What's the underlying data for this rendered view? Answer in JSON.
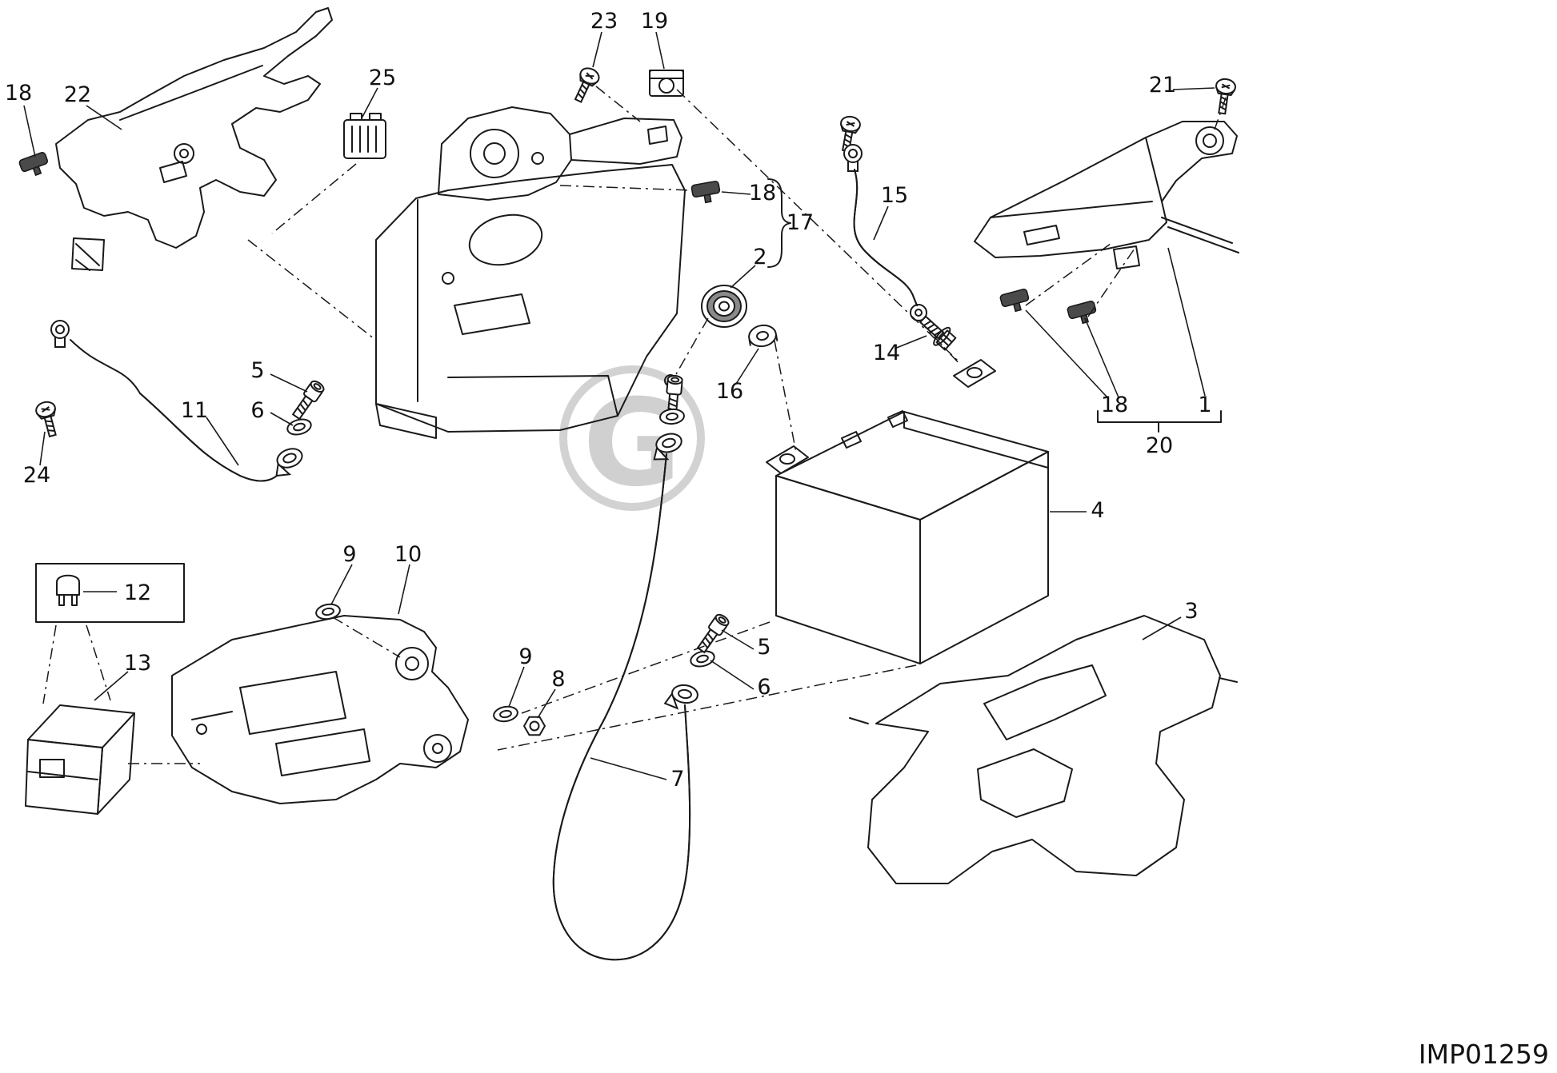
{
  "diagram": {
    "drawing_code": "IMP01259",
    "watermark": "G",
    "line_color": "#1a1a1a",
    "strap_fill": "#b3b3b3",
    "pad_fill": "#4a4a4a",
    "watermark_color": "#cbcbcb",
    "callouts": [
      {
        "label": "18"
      },
      {
        "label": "22"
      },
      {
        "label": "25"
      },
      {
        "label": "23"
      },
      {
        "label": "19"
      },
      {
        "label": "21"
      },
      {
        "label": "18"
      },
      {
        "label": "17"
      },
      {
        "label": "2"
      },
      {
        "label": "15"
      },
      {
        "label": "14"
      },
      {
        "label": "16"
      },
      {
        "label": "5"
      },
      {
        "label": "6"
      },
      {
        "label": "11"
      },
      {
        "label": "24"
      },
      {
        "label": "18"
      },
      {
        "label": "1"
      },
      {
        "label": "20"
      },
      {
        "label": "4"
      },
      {
        "label": "9"
      },
      {
        "label": "10"
      },
      {
        "label": "12"
      },
      {
        "label": "13"
      },
      {
        "label": "9"
      },
      {
        "label": "8"
      },
      {
        "label": "5"
      },
      {
        "label": "6"
      },
      {
        "label": "7"
      },
      {
        "label": "3"
      }
    ]
  }
}
